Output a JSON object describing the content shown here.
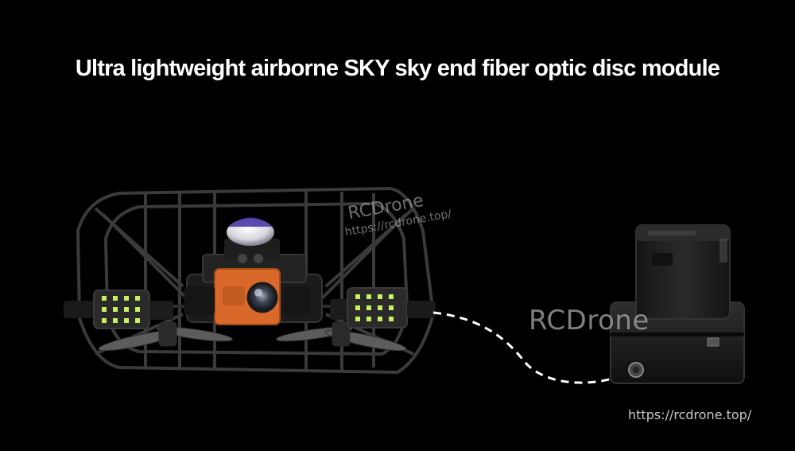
{
  "title": "Ultra lightweight airborne SKY sky end fiber optic disc module",
  "watermark_small": {
    "name": "RCDrone",
    "url": "https://rcdrone.top/"
  },
  "watermark_large": "RCDrone",
  "footer_url": "https://rcdrone.top/",
  "colors": {
    "background": "#000000",
    "title": "#ffffff",
    "camera_body": "#d9692a",
    "cable": "#ffffff",
    "module_body": "#1f1f1f",
    "light_panel": "#2a2a2a",
    "leds": "#c8f060"
  }
}
